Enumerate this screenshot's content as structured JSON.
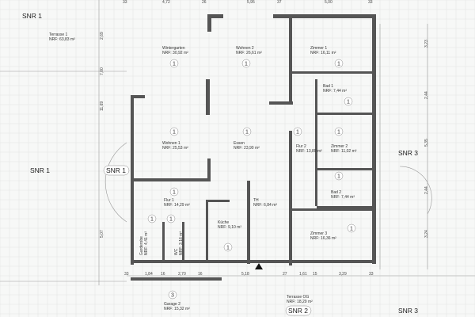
{
  "rooms": [
    {
      "name": "Terrasse 1",
      "area": "NRF: 63,83 m²"
    },
    {
      "name": "Wintergarten",
      "area": "NRF: 30,92 m²",
      "level": "1"
    },
    {
      "name": "Wohnen 2",
      "area": "NRF: 26,61 m²",
      "level": "1"
    },
    {
      "name": "Zimmer 1",
      "area": "NRF: 16,11 m²",
      "level": "1"
    },
    {
      "name": "Bad 1",
      "area": "NRF: 7,44 m²",
      "level": "1"
    },
    {
      "name": "Wohnen 1",
      "area": "NRF: 25,53 m²",
      "level": "1"
    },
    {
      "name": "Essen",
      "area": "NRF: 23,90 m²",
      "level": "1"
    },
    {
      "name": "Flur 2",
      "area": "NRF: 13,89 m²",
      "level": "1"
    },
    {
      "name": "Zimmer 2",
      "area": "NRF: 11,02 m²",
      "level": "1"
    },
    {
      "name": "Bad 2",
      "area": "NRF: 7,44 m²",
      "level": "1"
    },
    {
      "name": "Flur 1",
      "area": "NRF: 14,29 m²",
      "level": "1"
    },
    {
      "name": "TH",
      "area": "NRF: 6,84 m²"
    },
    {
      "name": "Küche",
      "area": "NRF: 9,10 m²",
      "level": "1"
    },
    {
      "name": "Zimmer 3",
      "area": "NRF: 16,36 m²",
      "level": "1"
    },
    {
      "name": "Garderobe",
      "area": "NRF: 4,41 m²",
      "level": "1"
    },
    {
      "name": "WC",
      "area": "NRF: 3,16 m²",
      "level": "1"
    },
    {
      "name": "Garage 2",
      "area": "NRF: 15,32 m²",
      "level": "3"
    },
    {
      "name": "Terrasse OG",
      "area": "NRF: 18,29 m²"
    }
  ],
  "zones": [
    "SNR 1",
    "SNR 1",
    "SNR 1",
    "SNR 3",
    "SNR 2",
    "SNR 3"
  ],
  "dimensions": {
    "top": [
      "33",
      "4,72",
      "26",
      "5,95",
      "37",
      "5,00",
      "33"
    ],
    "bottom": [
      "33",
      "1,84",
      "16",
      "2,70",
      "16",
      "5,18",
      "27",
      "1,61",
      "15",
      "3,29",
      "33"
    ],
    "left": [
      "2,69",
      "7,00",
      "11,69",
      "5,07"
    ],
    "right": [
      "3,23",
      "2,44",
      "5,35",
      "2,44",
      "3,24"
    ]
  }
}
